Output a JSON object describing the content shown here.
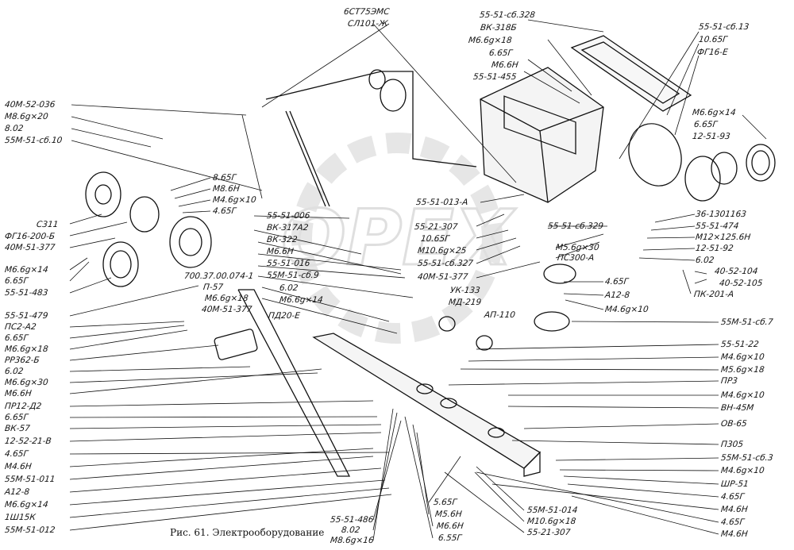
{
  "caption": "Рис. 61. Электрооборудование",
  "watermark": "OPEX",
  "labels": [
    "6СТ75ЭМС",
    "СЛ101-Ж",
    "55-51-сб.328",
    "ВК-318Б",
    "М6.6g×18",
    "6.65Г",
    "М6.6Н",
    "55-51-455",
    "55-51-сб.13",
    "10.65Г",
    "ФГ16-Е",
    "М6.6g×14",
    "6.65Г",
    "12-51-93",
    "40М-52-036",
    "М8.6g×20",
    "8.02",
    "55М-51-сб.10",
    "8.65Г",
    "М8.6Н",
    "М4.6g×10",
    "4.65Г",
    "С311",
    "ФГ16-200-Б",
    "40М-51-377",
    "М6.6g×14",
    "6.65Г",
    "55-51-483",
    "55-51-006",
    "ВК-317А2",
    "ВК-322",
    "М6.6Н",
    "55-51-016",
    "55М-51-сб.9",
    "6.02",
    "М6.6g×14",
    "55-51-013-А",
    "55-21-307",
    "10.65Г",
    "М10.6g×25",
    "55-51-сб.327",
    "40М-51-377",
    "55-51-сб.329",
    "М5.6g×30",
    "ПС300-А",
    "36-1301163",
    "55-51-474",
    "М12×125.6Н",
    "12-51-92",
    "6.02",
    "40-52-104",
    "40-52-105",
    "ПК-201-А",
    "700.37.00.074-1",
    "П-57",
    "М6.6g×18",
    "40М-51-377",
    "55-51-479",
    "ПС2-А2",
    "6.65Г",
    "М6.6g×18",
    "РР362-Б",
    "6.02",
    "М6.6g×30",
    "М6.6Н",
    "ПР12-Д2",
    "6.65Г",
    "ВК-57",
    "12-52-21-В",
    "4.65Г",
    "М4.6Н",
    "55М-51-011",
    "А12-8",
    "М6.6g×14",
    "1Ш15К",
    "55М-51-012",
    "ПД20-Е",
    "УК-133",
    "МД-219",
    "АП-110",
    "4.65Г",
    "А12-8",
    "М4.6g×10",
    "55М-51-сб.7",
    "55-51-22",
    "М4.6g×10",
    "М5.6g×18",
    "ПР3",
    "М4.6g×10",
    "ВН-45М",
    "ОВ-65",
    "П305",
    "55М-51-сб.3",
    "М4.6g×10",
    "ШР-51",
    "4.65Г",
    "М4.6Н",
    "4.65Г",
    "М4.6Н",
    "55-51-486",
    "8.02",
    "М8.6g×16",
    "5.65Г",
    "М5.6Н",
    "М6.6Н",
    "6.55Г",
    "55М-51-014",
    "М10.6g×18",
    "55-21-307"
  ]
}
